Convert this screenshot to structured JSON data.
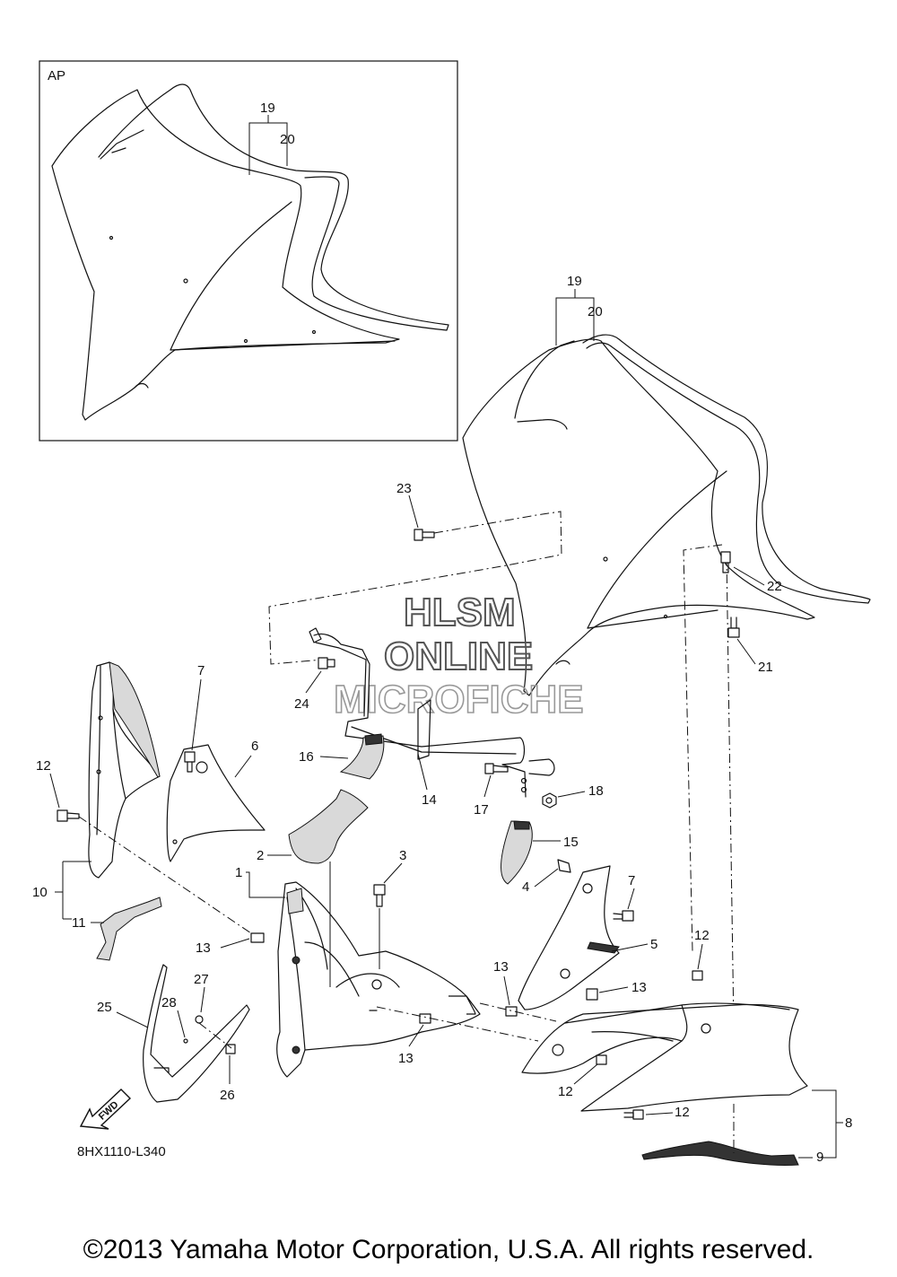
{
  "inset": {
    "label": "AP"
  },
  "callouts": {
    "c1": "1",
    "c2": "2",
    "c3": "3",
    "c4": "4",
    "c5": "5",
    "c6": "6",
    "c7a": "7",
    "c7b": "7",
    "c8": "8",
    "c9": "9",
    "c10": "10",
    "c11": "11",
    "c12a": "12",
    "c12b": "12",
    "c12c": "12",
    "c12d": "12",
    "c13a": "13",
    "c13b": "13",
    "c13c": "13",
    "c13d": "13",
    "c14": "14",
    "c15": "15",
    "c16": "16",
    "c17": "17",
    "c18": "18",
    "c19a": "19",
    "c20a": "20",
    "c19b": "19",
    "c20b": "20",
    "c21": "21",
    "c22": "22",
    "c23": "23",
    "c24": "24",
    "c25": "25",
    "c26": "26",
    "c27": "27",
    "c28": "28"
  },
  "watermark": {
    "line1": "HLSM",
    "line2": "ONLINE",
    "line3": "MICROFICHE"
  },
  "forward_arrow": "FWD",
  "diagram_code": "8HX1110-L340",
  "copyright": "©2013 Yamaha Motor Corporation, U.S.A. All rights reserved."
}
